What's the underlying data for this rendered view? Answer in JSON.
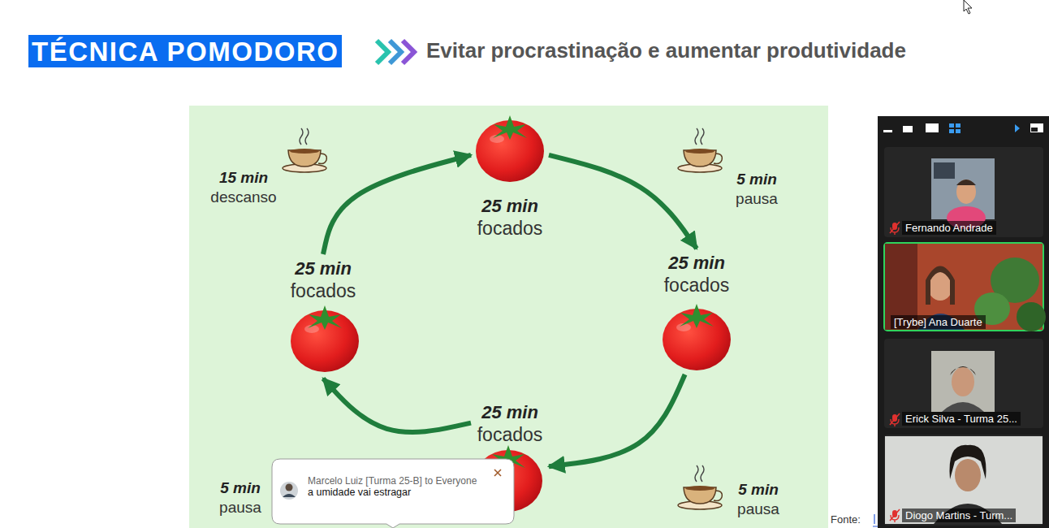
{
  "diagram": {
    "title": "TÉCNICA POMODORO",
    "nodes": [
      {
        "text": [
          "15 min",
          "descanso"
        ]
      },
      {
        "text": [
          "25 min",
          "focados"
        ]
      },
      {
        "text": [
          "5 min",
          "pausa"
        ]
      },
      {
        "text": [
          "25 min",
          "focados"
        ]
      },
      {
        "text": [
          "25 min",
          "focados"
        ]
      },
      {
        "text": [
          "25 min",
          "focados"
        ]
      },
      {
        "text": [
          "5 min",
          "pausa"
        ]
      },
      {
        "text": [
          "5 min",
          "pausa"
        ]
      },
      {
        "text": [
          "Fernando Andrade"
        ]
      },
      {
        "text": [
          "[Trybe] Ana Duarte"
        ]
      },
      {
        "text": [
          "Erick Silva - Turma 25..."
        ]
      },
      {
        "text": [
          "Diogo Martins - Turm..."
        ]
      },
      {
        "text": [
          "Marcelo Luiz [Turma 25-B] to Everyone",
          "a umidade vai estragar"
        ]
      }
    ],
    "edges": [
      {
        "from": 1,
        "to": 4,
        "arrow": "to"
      },
      {
        "from": 4,
        "to": 5,
        "arrow": "to"
      },
      {
        "from": 5,
        "to": 3,
        "arrow": "to"
      },
      {
        "from": 3,
        "to": 1,
        "arrow": "to"
      }
    ],
    "labels": [
      "Evitar procrastinação e aumentar produtividade",
      "Fonte:"
    ]
  }
}
